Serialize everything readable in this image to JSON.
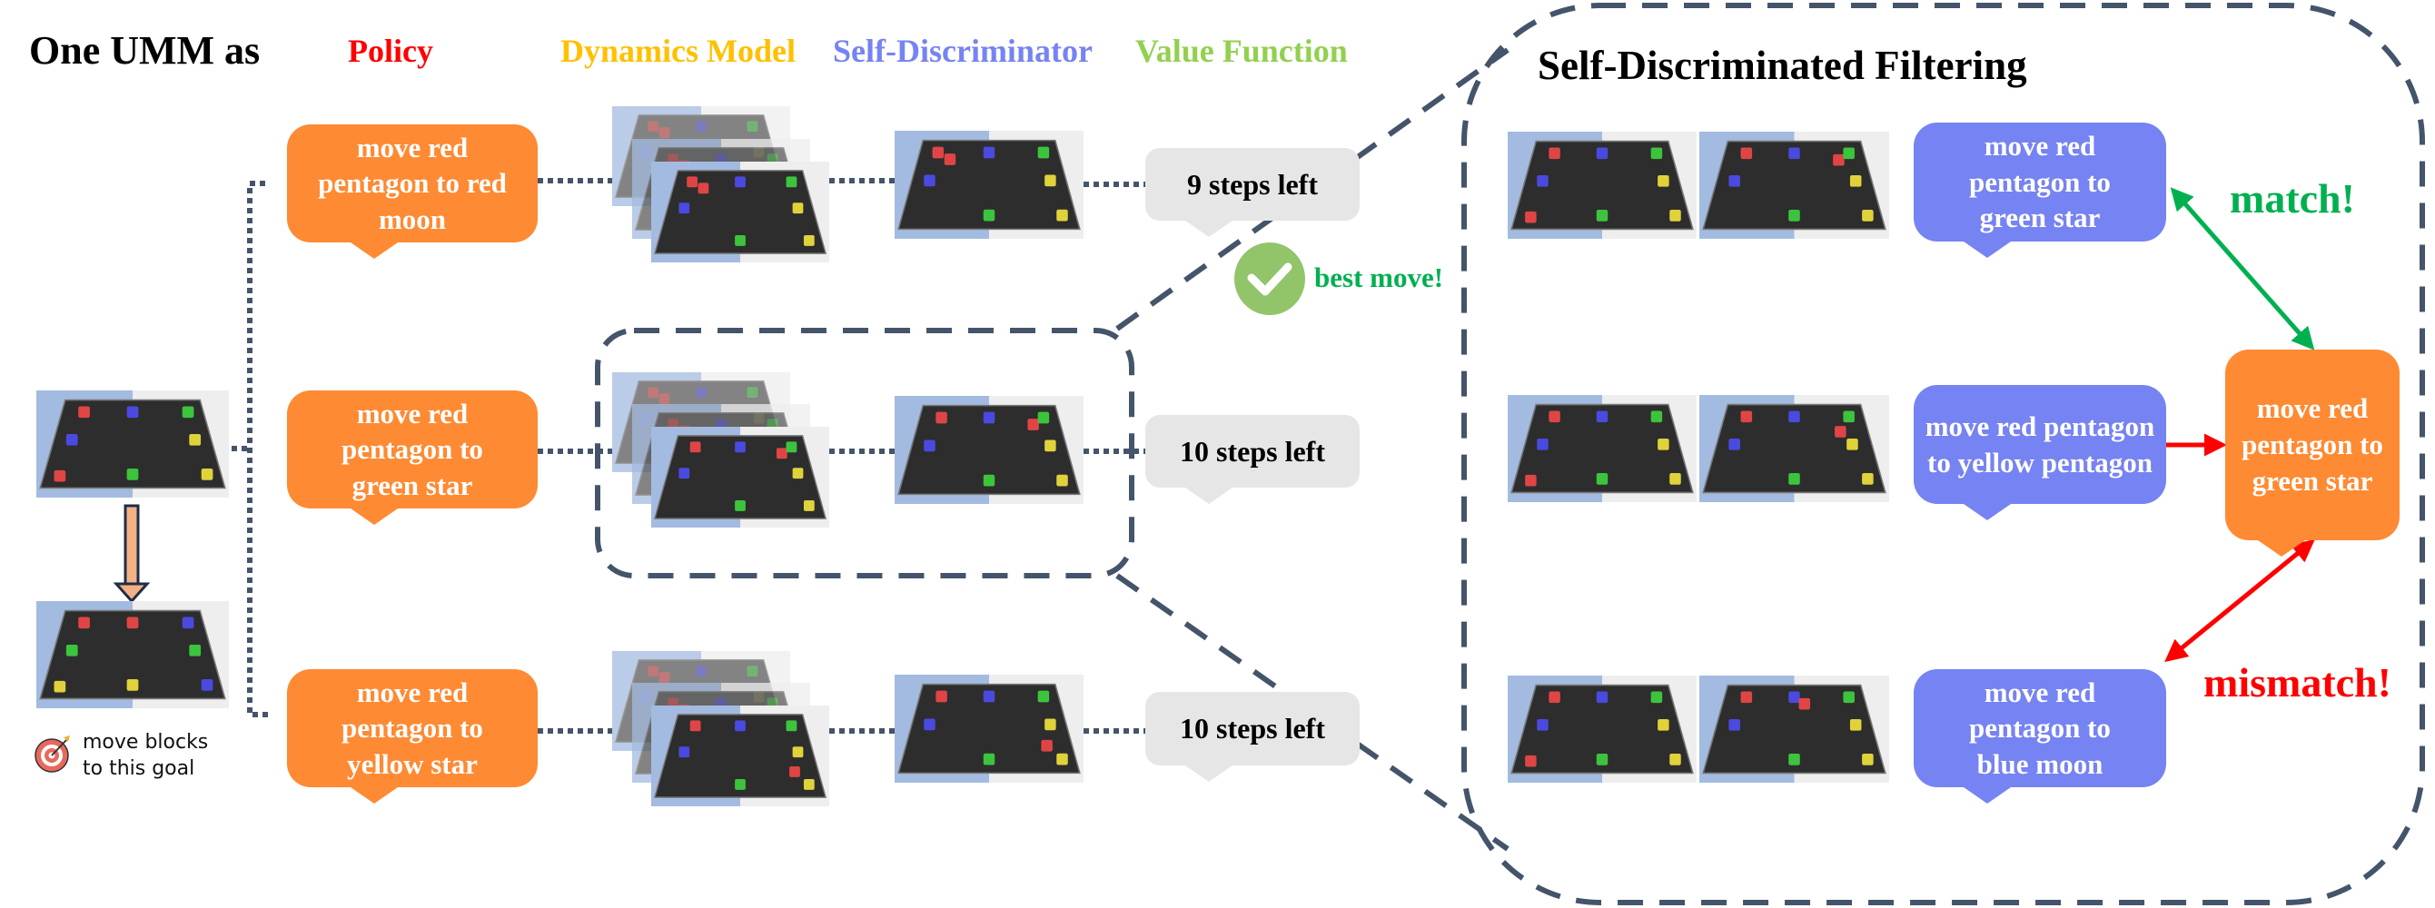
{
  "header": {
    "title": "One UMM as",
    "roles": [
      {
        "label": "Policy",
        "color": "#ff0000"
      },
      {
        "label": "Dynamics Model",
        "color": "#ffc000"
      },
      {
        "label": "Self-Discriminator",
        "color": "#7683f2"
      },
      {
        "label": "Value Function",
        "color": "#92d050"
      }
    ]
  },
  "goal": {
    "caption_line1": "move blocks",
    "caption_line2": "to this goal",
    "icon": "target-icon"
  },
  "branches": [
    {
      "policy_action": "move red pentagon to red moon",
      "value": "9 steps left"
    },
    {
      "policy_action": "move red pentagon  to green star",
      "value": "10 steps left"
    },
    {
      "policy_action": "move red pentagon to yellow star",
      "value": "10 steps left"
    }
  ],
  "best_move": {
    "label": "best move!",
    "icon": "check-icon"
  },
  "filtering": {
    "title": "Self-Discriminated Filtering",
    "discriminations": [
      {
        "text": "move red pentagon to green star",
        "result": "match"
      },
      {
        "text": "move red pentagon to yellow pentagon",
        "result": "mismatch"
      },
      {
        "text": "move red pentagon to blue moon",
        "result": "mismatch"
      }
    ],
    "target_action": "move red pentagon to green star",
    "match_label": "match!",
    "mismatch_label": "mismatch!"
  },
  "colors": {
    "policy_orange": "#fe8a33",
    "discriminator_purple": "#7683f2",
    "value_grey": "#e6e6e6",
    "match_green": "#00b050",
    "mismatch_red": "#ff0000",
    "check_green": "#92c46a",
    "dash_slate": "#44546a"
  }
}
